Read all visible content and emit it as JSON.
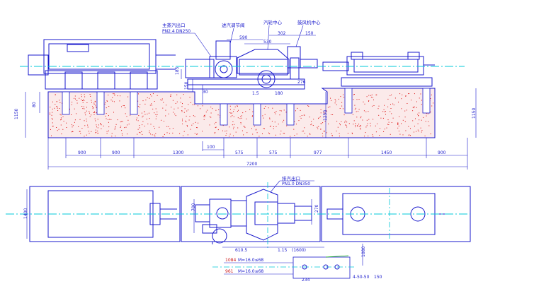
{
  "labels": {
    "main_steam_outlet": "主蒸汽出口",
    "main_steam_spec": "PN2.4  DN250",
    "inlet_control_valve": "进汽调节阀",
    "turbine_center": "汽轮中心",
    "drum_center": "鼓风机中心",
    "exhaust_outlet": "排汽出口",
    "exhaust_spec": "PN1.0  DN350"
  },
  "elevation_dims": {
    "top_d1": "590",
    "top_d2": "530",
    "top_d3": "302",
    "top_d4": "150",
    "left_h1": "80",
    "left_h2": "1150",
    "right_h": "1150",
    "mid_h": "1250",
    "small_1": "1.5",
    "small_2": "180",
    "small_3": "150",
    "small_4": "30",
    "small_5": "185",
    "small_6": "276"
  },
  "bottom_dims": {
    "d1": "900",
    "d2": "900",
    "d3": "1300",
    "d4": "575",
    "d5": "575",
    "d6": "977",
    "d7": "1450",
    "d8": "900",
    "d_small": "100",
    "total": "7200"
  },
  "plan_dims": {
    "left_h": "1400",
    "h1": "700",
    "h2": "270",
    "d_a": "610.5",
    "d_b": "1.15",
    "d_c": "(1600)",
    "right_small": "1080",
    "detail_1": "1084",
    "detail_2": "961",
    "detail_3": "234",
    "detail_4": "4-50-50",
    "detail_5": "150",
    "note_1": "M=16.0≤68",
    "note_2": "M=16.0≤68"
  },
  "colors": {
    "line": "#1a1acc",
    "centerline": "#00c8d8",
    "hatch": "#dd1111",
    "green": "#00aa00"
  }
}
